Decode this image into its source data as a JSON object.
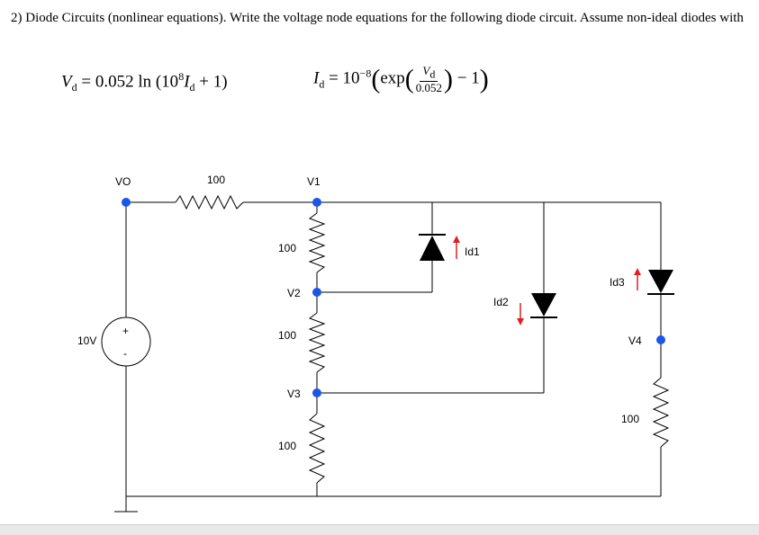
{
  "problem": {
    "text": "2) Diode Circuits (nonlinear equations). Write the voltage node equations for the following diode circuit. Assume non-ideal diodes with"
  },
  "equations": {
    "eq1": {
      "lhs": "V",
      "lhs_sub": "d",
      "coef": "= 0.052 ln (10",
      "exp": "8",
      "var": "I",
      "var_sub": "d",
      "tail": "+ 1)"
    },
    "eq2": {
      "lhs": "I",
      "lhs_sub": "d",
      "eq_sign": "= 10",
      "exp": "−8",
      "fn": "exp",
      "num": "V",
      "num_sub": "d",
      "den": "0.052",
      "tail": "− 1"
    }
  },
  "circuit": {
    "nodes": {
      "vo": "VO",
      "v1": "V1",
      "v2": "V2",
      "v3": "V3",
      "v4": "V4"
    },
    "resistors": {
      "r_top": "100",
      "r_v1v2": "100",
      "r_v2v3": "100",
      "r_v3gnd": "100",
      "r_v4gnd": "100"
    },
    "source": {
      "label": "10V",
      "plus": "+",
      "minus": "-"
    },
    "currents": {
      "id1": "Id1",
      "id2": "Id2",
      "id3": "Id3"
    },
    "colors": {
      "wire": "#000000",
      "node": "#1a56e8",
      "current_arrow": "#e02020"
    }
  }
}
